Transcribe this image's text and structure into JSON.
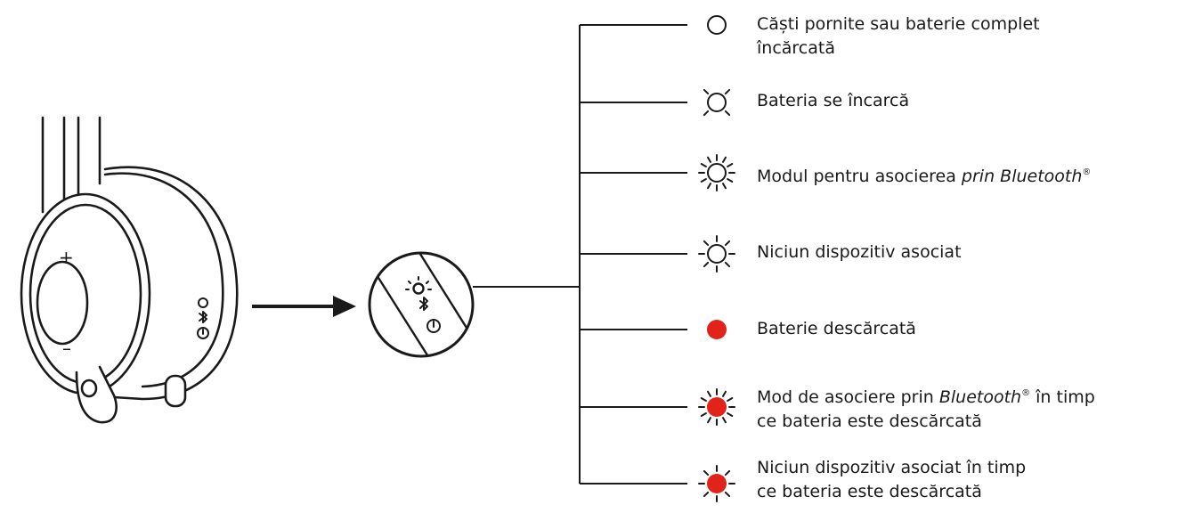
{
  "legend": {
    "items": [
      {
        "line1": "Căști pornite sau baterie complet",
        "line2": "încărcată",
        "state": "solid",
        "color": "#ffffff"
      },
      {
        "line1": "Bateria se încarcă",
        "state": "pulsing",
        "color": "#ffffff"
      },
      {
        "line1a": "Modul pentru asocierea ",
        "line1b": "prin Bluetooth",
        "line1c": "®",
        "state": "fast-blinking",
        "color": "#ffffff"
      },
      {
        "line1": "Niciun dispozitiv asociat",
        "state": "slow-blinking",
        "color": "#ffffff"
      },
      {
        "line1": "Baterie descărcată",
        "state": "solid",
        "color": "#e2231a"
      },
      {
        "line1a": "Mod de asociere prin ",
        "line1b": "Bluetooth",
        "line1c": "®",
        "line1d": " în timp",
        "line2": "ce bateria este descărcată",
        "state": "fast-blinking",
        "color": "#e2231a"
      },
      {
        "line1": "Niciun dispozitiv asociat în timp",
        "line2": "ce bateria este descărcată",
        "state": "slow-blinking",
        "color": "#e2231a"
      }
    ]
  },
  "headset": {
    "plus_label": "+",
    "minus_label": "–"
  },
  "colors": {
    "ink": "#1a1a1a",
    "led_red": "#e2231a",
    "led_off": "#ffffff"
  }
}
